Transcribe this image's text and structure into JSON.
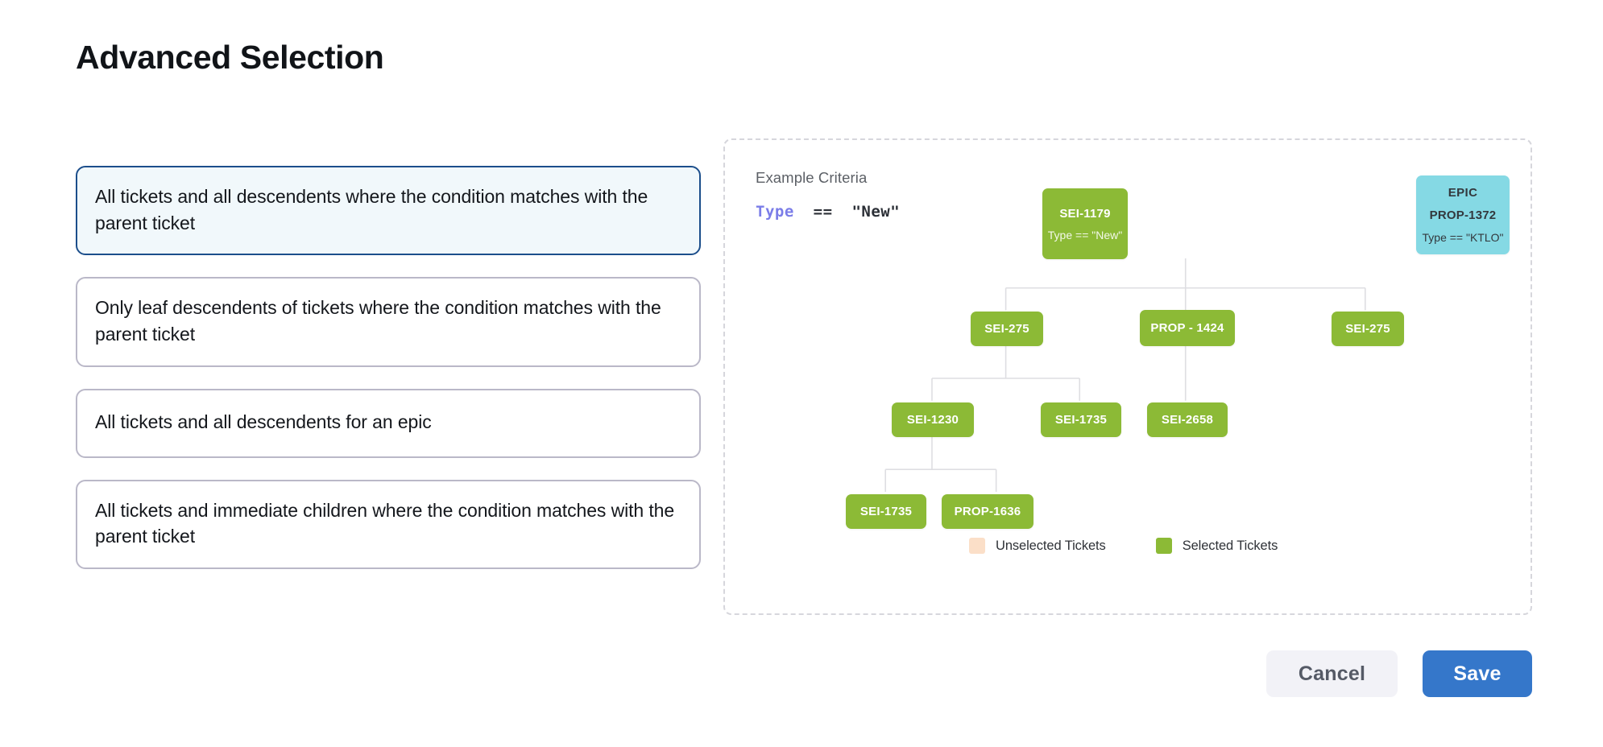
{
  "page": {
    "title": "Advanced Selection"
  },
  "options": [
    {
      "id": "all-descendents-condition",
      "label": "All tickets and all descendents where the condition matches with the parent ticket",
      "selected": true
    },
    {
      "id": "leaf-descendents-condition",
      "label": "Only leaf descendents of tickets where the condition matches with the parent ticket",
      "selected": false
    },
    {
      "id": "all-descendents-epic",
      "label": "All tickets and all descendents for an epic",
      "selected": false
    },
    {
      "id": "immediate-children-condition",
      "label": "All tickets and immediate children where the condition matches with the parent ticket",
      "selected": false
    }
  ],
  "diagram": {
    "criteria_label": "Example Criteria",
    "criteria_expression": {
      "field": "Type",
      "operator": "==",
      "value": "\"New\""
    },
    "nodes": [
      {
        "id": "sei-1179",
        "label": "SEI-1179",
        "sub": "Type == \"New\"",
        "state": "selected"
      },
      {
        "id": "epic-prop-1372",
        "kind": "EPIC",
        "label": "PROP-1372",
        "sub": "Type == \"KTLO\"",
        "state": "epic"
      },
      {
        "id": "sei-275-a",
        "label": "SEI-275",
        "state": "selected"
      },
      {
        "id": "prop-1424",
        "label": "PROP - 1424",
        "state": "selected"
      },
      {
        "id": "sei-275-b",
        "label": "SEI-275",
        "state": "selected"
      },
      {
        "id": "sei-1230",
        "label": "SEI-1230",
        "state": "selected"
      },
      {
        "id": "sei-1735-a",
        "label": "SEI-1735",
        "state": "selected"
      },
      {
        "id": "sei-2658",
        "label": "SEI-2658",
        "state": "selected"
      },
      {
        "id": "sei-1735-b",
        "label": "SEI-1735",
        "state": "selected"
      },
      {
        "id": "prop-1636",
        "label": "PROP-1636",
        "state": "selected"
      }
    ],
    "legend": [
      {
        "id": "unselected",
        "label": "Unselected Tickets",
        "color": "#fbdfc8"
      },
      {
        "id": "selected",
        "label": "Selected Tickets",
        "color": "#8cba36"
      }
    ]
  },
  "footer": {
    "cancel_label": "Cancel",
    "save_label": "Save"
  },
  "colors": {
    "selected_node": "#8cba36",
    "epic_node": "#85d9e4",
    "unselected_node": "#fbdfc8",
    "primary_button": "#3577ca",
    "selected_card_border": "#1c4e8b",
    "selected_card_background": "#f1f8fb",
    "card_border": "#bab8c8",
    "criteria_field": "#7b7de8",
    "connector_line": "#dedee2"
  }
}
